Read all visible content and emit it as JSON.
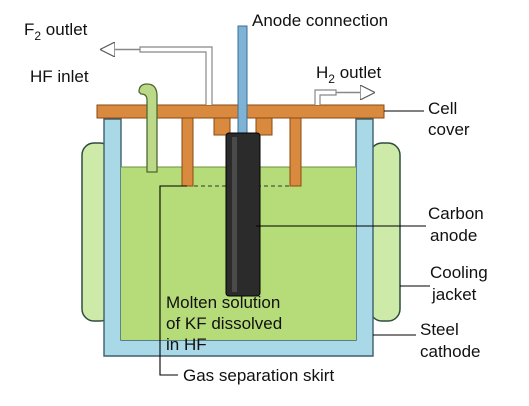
{
  "labels": {
    "f2_outlet": "F",
    "f2_sub": "2",
    "f2_outlet_word": " outlet",
    "anode_connection": "Anode connection",
    "hf_inlet": "HF inlet",
    "h2_outlet": "H",
    "h2_sub": "2",
    "h2_outlet_word": " outlet",
    "cell_cover_1": "Cell",
    "cell_cover_2": "cover",
    "carbon_anode_1": "Carbon",
    "carbon_anode_2": "anode",
    "cooling_jacket_1": "Cooling",
    "cooling_jacket_2": "jacket",
    "molten_1": "Molten solution",
    "molten_2": "of KF dissolved",
    "molten_3": "in HF",
    "steel_cathode_1": "Steel",
    "steel_cathode_2": "cathode",
    "gas_skirt": "Gas separation skirt"
  },
  "colors": {
    "electrolyte": "#b5dc78",
    "cooling_jacket": "#cdeaa8",
    "jacket_border": "#2e4d3c",
    "steel": "#a9d8e6",
    "steel_border": "#3f5f6c",
    "cover": "#d98a3e",
    "cover_border": "#8a4a12",
    "anode": "#2b2b2b",
    "anode_rod": "#7fb3d5",
    "hf_pipe": "#bcd98a",
    "pointer": "#000000"
  }
}
